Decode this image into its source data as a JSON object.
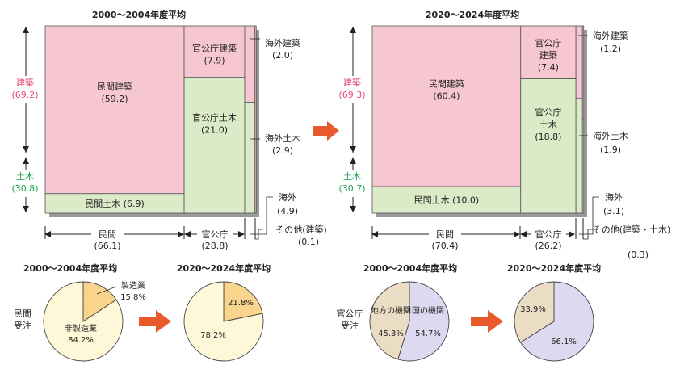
{
  "colors": {
    "building": "#f6c7d0",
    "civil": "#dcebc7",
    "shadow": "#9a9a9a",
    "building_label": "#e24a74",
    "civil_label": "#16a24a",
    "mfg": "#f9d48c",
    "nonmfg": "#fff8d8",
    "local": "#ebdcc4",
    "national": "#dcd9f0",
    "arrow": "#e85a2c"
  },
  "chart_data": [
    {
      "type": "mosaic",
      "title": "2000～2004年度平均",
      "left_labels": {
        "building": "建築",
        "building_value": "(69.2)",
        "civil": "土木",
        "civil_value": "(30.8)"
      },
      "columns": [
        {
          "name": "民間",
          "share": 66.1,
          "share_label": "(66.1)",
          "cells": [
            {
              "category": "building",
              "value": 59.2,
              "label": "民間建築",
              "value_label": "(59.2)"
            },
            {
              "category": "civil",
              "value": 6.9,
              "label": "民間土木",
              "value_label": "(6.9)"
            }
          ]
        },
        {
          "name": "官公庁",
          "share": 28.8,
          "share_label": "(28.8)",
          "cells": [
            {
              "category": "building",
              "value": 7.9,
              "label": "官公庁建築",
              "value_label": "(7.9)"
            },
            {
              "category": "civil",
              "value": 21.0,
              "label": "官公庁土木",
              "value_label": "(21.0)"
            }
          ]
        },
        {
          "name": "海外",
          "share": 4.9,
          "share_label": "(4.9)",
          "cells": [
            {
              "category": "building",
              "value": 2.0,
              "label": "海外建築",
              "value_label": "(2.0)"
            },
            {
              "category": "civil",
              "value": 2.9,
              "label": "海外土木",
              "value_label": "(2.9)"
            }
          ]
        },
        {
          "name": "その他(建築)",
          "share": 0.1,
          "share_label": "(0.1)",
          "cells": [
            {
              "category": "building",
              "value": 0.1,
              "label": "",
              "value_label": ""
            }
          ]
        }
      ]
    },
    {
      "type": "mosaic",
      "title": "2020～2024年度平均",
      "left_labels": {
        "building": "建築",
        "building_value": "(69.3)",
        "civil": "土木",
        "civil_value": "(30.7)"
      },
      "columns": [
        {
          "name": "民間",
          "share": 70.4,
          "share_label": "(70.4)",
          "cells": [
            {
              "category": "building",
              "value": 60.4,
              "label": "民間建築",
              "value_label": "(60.4)"
            },
            {
              "category": "civil",
              "value": 10.0,
              "label": "民間土木",
              "value_label": "(10.0)"
            }
          ]
        },
        {
          "name": "官公庁",
          "share": 26.2,
          "share_label": "(26.2)",
          "cells": [
            {
              "category": "building",
              "value": 7.4,
              "label": "官公庁建築",
              "value_label": "(7.4)"
            },
            {
              "category": "civil",
              "value": 18.8,
              "label": "官公庁土木",
              "value_label": "(18.8)"
            }
          ]
        },
        {
          "name": "海外",
          "share": 3.1,
          "share_label": "(3.1)",
          "cells": [
            {
              "category": "building",
              "value": 1.2,
              "label": "海外建築",
              "value_label": "(1.2)"
            },
            {
              "category": "civil",
              "value": 1.9,
              "label": "海外土木",
              "value_label": "(1.9)"
            }
          ]
        },
        {
          "name": "その他(建築・土木)",
          "share": 0.3,
          "share_label": "(0.3)",
          "cells": [
            {
              "category": "building",
              "value": 0.15,
              "label": "",
              "value_label": ""
            },
            {
              "category": "civil",
              "value": 0.15,
              "label": "",
              "value_label": ""
            }
          ]
        }
      ]
    },
    {
      "type": "pie",
      "group_label": "民間受注",
      "title": "2000～2004年度平均",
      "slices": [
        {
          "label": "製造業",
          "value": 15.8,
          "value_label": "15.8%",
          "color_key": "mfg"
        },
        {
          "label": "非製造業",
          "value": 84.2,
          "value_label": "84.2%",
          "color_key": "nonmfg"
        }
      ]
    },
    {
      "type": "pie",
      "group_label": "民間受注",
      "title": "2020～2024年度平均",
      "slices": [
        {
          "label": "",
          "value": 21.8,
          "value_label": "21.8%",
          "color_key": "mfg"
        },
        {
          "label": "",
          "value": 78.2,
          "value_label": "78.2%",
          "color_key": "nonmfg"
        }
      ]
    },
    {
      "type": "pie",
      "group_label": "官公庁受注",
      "title": "2000～2004年度平均",
      "slices": [
        {
          "label": "国の機関",
          "value": 54.7,
          "value_label": "54.7%",
          "color_key": "national"
        },
        {
          "label": "地方の機関",
          "value": 45.3,
          "value_label": "45.3%",
          "color_key": "local"
        }
      ]
    },
    {
      "type": "pie",
      "group_label": "官公庁受注",
      "title": "2020～2024年度平均",
      "slices": [
        {
          "label": "",
          "value": 66.1,
          "value_label": "66.1%",
          "color_key": "national"
        },
        {
          "label": "",
          "value": 33.9,
          "value_label": "33.9%",
          "color_key": "local"
        }
      ]
    }
  ]
}
